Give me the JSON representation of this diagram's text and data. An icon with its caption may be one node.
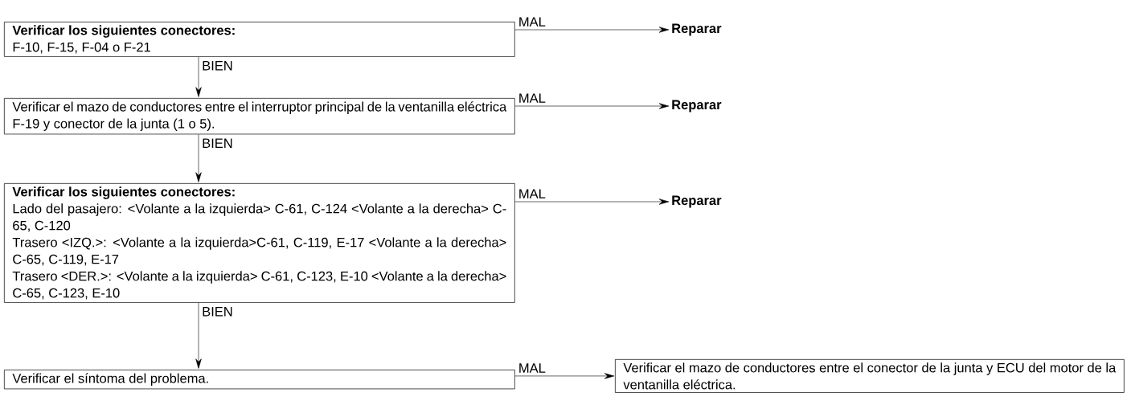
{
  "diagram": {
    "nodes": [
      {
        "text": [
          "Verificar los siguientes conectores:",
          "F-10, F-15, F-04 o F-21"
        ]
      },
      {
        "text": [
          "Reparar"
        ]
      },
      {
        "text": [
          "Verificar el mazo de conductores entre el interruptor principal de la ventanilla eléctrica F-19 y conector de la junta (1 o 5)."
        ]
      },
      {
        "text": [
          "Reparar"
        ]
      },
      {
        "text": [
          "Verificar los siguientes conectores:",
          "Lado del pasajero: <Volante a la izquierda> C-61, C-124 <Volante a la derecha> C-65, C-120",
          "Trasero <IZQ.>: <Volante a la izquierda>C-61, C-119, E-17 <Volante a la derecha> C-65, C-119, E-17",
          "Trasero <DER.>: <Volante a la izquierda> C-61, C-123, E-10 <Volante a la derecha> C-65, C-123, E-10"
        ]
      },
      {
        "text": [
          "Reparar"
        ]
      },
      {
        "text": [
          "Verificar el síntoma del problema."
        ]
      },
      {
        "text": [
          "Verificar el mazo de conductores entre el conector de la junta y ECU del motor de la ventanilla eléctrica."
        ]
      }
    ],
    "edges": [
      {
        "from": 0,
        "to": 1,
        "arrow": "to",
        "label": "MAL"
      },
      {
        "from": 0,
        "to": 2,
        "arrow": "to",
        "label": "BIEN"
      },
      {
        "from": 2,
        "to": 3,
        "arrow": "to",
        "label": "MAL"
      },
      {
        "from": 2,
        "to": 4,
        "arrow": "to",
        "label": "BIEN"
      },
      {
        "from": 4,
        "to": 5,
        "arrow": "to",
        "label": "MAL"
      },
      {
        "from": 4,
        "to": 6,
        "arrow": "to",
        "label": "BIEN"
      },
      {
        "from": 6,
        "to": 7,
        "arrow": "to",
        "label": "MAL"
      }
    ]
  }
}
